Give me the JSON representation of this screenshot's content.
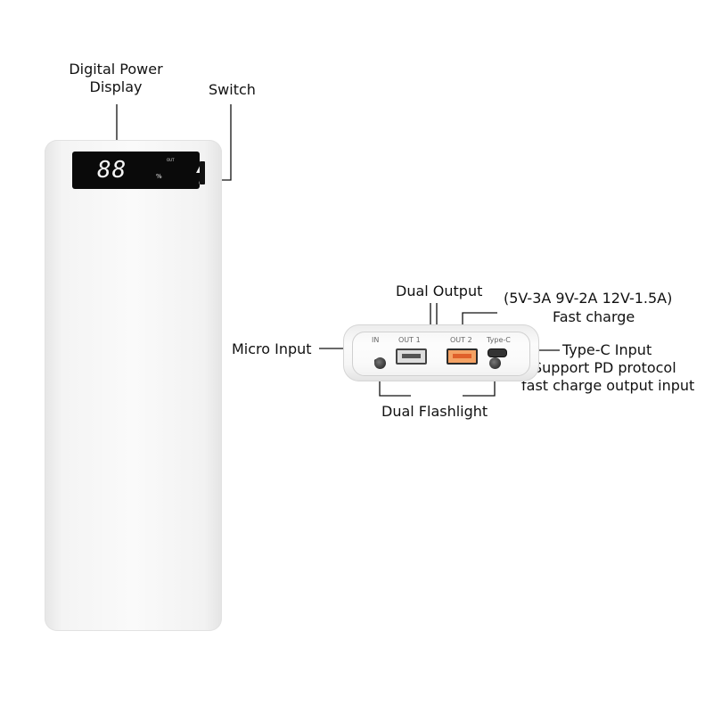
{
  "labels": {
    "digital_power_display": [
      "Digital Power",
      "Display"
    ],
    "switch": "Switch",
    "dual_output": "Dual Output",
    "fast_charge_spec": "(5V-3A 9V-2A 12V-1.5A)",
    "fast_charge": "Fast charge",
    "micro_input": "Micro Input",
    "type_c_input": "Type-C Input",
    "support_pd": "Support PD protocol",
    "fast_charge_output_input": "fast charge output input",
    "dual_flashlight": "Dual Flashlight"
  },
  "device": {
    "display_digits": "88",
    "display_percent": "%",
    "display_out": "OUT"
  },
  "ports": {
    "in": "IN",
    "out1": "OUT 1",
    "out2": "OUT 2",
    "typec": "Type-C"
  },
  "colors": {
    "body": "#f7f7f7",
    "display_bg": "#0a0a0a",
    "out2_port": "#f4a264",
    "leader_lines": "#111111"
  }
}
